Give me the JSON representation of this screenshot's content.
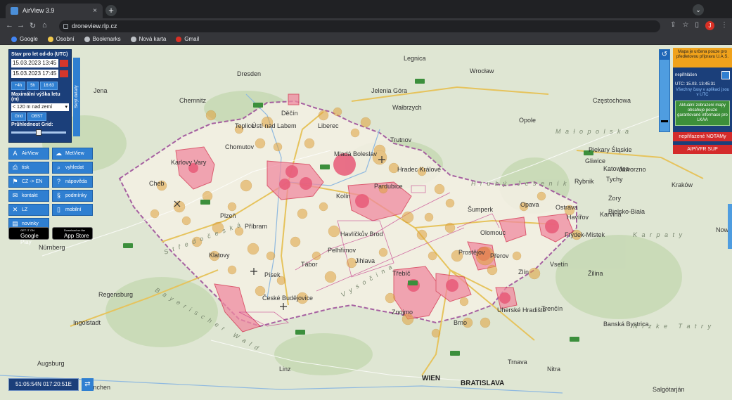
{
  "browser": {
    "tab_title": "AirView 3.9",
    "tab_close": "×",
    "new_tab": "+",
    "tab_menu": "⌄",
    "url": "droneview.rlp.cz",
    "avatar_letter": "J",
    "bookmarks": [
      {
        "label": "Google",
        "color": "#4285f4"
      },
      {
        "label": "Osobní",
        "color": "#f2c94c"
      },
      {
        "label": "Bookmarks",
        "color": "#bdc1c6"
      },
      {
        "label": "Nová karta",
        "color": "#bdc1c6"
      },
      {
        "label": "Gmail",
        "color": "#d93025"
      }
    ]
  },
  "left_panel": {
    "header": "Stav pro let od-do (UTC)",
    "from": "15.03.2023 13:45",
    "to": "15.03.2023 17:45",
    "buttons": [
      "+4h",
      "5h",
      "16:63"
    ],
    "max_height_label": "Maximální výška letu (m)",
    "max_height_value": "< 120 m nad zemí",
    "buttons2": [
      "Grid",
      "OBST"
    ],
    "opacity_label": "Průhlednost Grid:",
    "opacity_value": 0.5,
    "side_tab": "Skrýt detaily"
  },
  "links": [
    {
      "label": "AirView",
      "icon": "A"
    },
    {
      "label": "MetView",
      "icon": "☁"
    },
    {
      "label": "tisk",
      "icon": "⎙"
    },
    {
      "label": "vyhledat",
      "icon": "⌕"
    },
    {
      "label": "CZ -> EN",
      "icon": "⚑"
    },
    {
      "label": "nápověda",
      "icon": "?"
    },
    {
      "label": "kontakt",
      "icon": "✉"
    },
    {
      "label": "podmínky",
      "icon": "§"
    },
    {
      "label": "LZ",
      "icon": "✕"
    },
    {
      "label": "mobilní",
      "icon": "▯"
    },
    {
      "label": "novinky",
      "icon": "▤"
    }
  ],
  "stores": [
    {
      "small": "GET IT ON",
      "label": "Google Play"
    },
    {
      "small": "Download on the",
      "label": "App Store"
    }
  ],
  "coordinates": "51:05:54N 017:20:51E",
  "right_panel": {
    "warning": "Mapa je určena pouze pro předletovou přípravu U.A.S.",
    "status": "nepřihlášen",
    "utc": "UTC: 15.03. 13:45:31",
    "times_note": "Všechny časy v aplikaci jsou v UTC",
    "info": "Aktuální zobrazení mapy obsahuje pouze garantované informace pro LKAA",
    "notam_btn": "nepřiřazené NOTAMy",
    "aip_btn": "AIP/VFR SUP"
  },
  "map": {
    "cities": [
      {
        "name": "Legnica",
        "cls": ""
      },
      {
        "name": "Wrocław",
        "cls": ""
      },
      {
        "name": "Dresden",
        "cls": ""
      },
      {
        "name": "Jelenia Góra",
        "cls": ""
      },
      {
        "name": "Wałbrzych",
        "cls": ""
      },
      {
        "name": "Opole",
        "cls": ""
      },
      {
        "name": "Częstochowa",
        "cls": ""
      },
      {
        "name": "Chemnitz",
        "cls": ""
      },
      {
        "name": "Jena",
        "cls": ""
      },
      {
        "name": "Děčín",
        "cls": ""
      },
      {
        "name": "Ústí nad Labem",
        "cls": ""
      },
      {
        "name": "Liberec",
        "cls": ""
      },
      {
        "name": "Teplice",
        "cls": ""
      },
      {
        "name": "Chomutov",
        "cls": ""
      },
      {
        "name": "Mladá Boleslav",
        "cls": ""
      },
      {
        "name": "Trutnov",
        "cls": ""
      },
      {
        "name": "Hradec Králové",
        "cls": ""
      },
      {
        "name": "Karlovy Vary",
        "cls": ""
      },
      {
        "name": "Cheb",
        "cls": ""
      },
      {
        "name": "Kolín",
        "cls": ""
      },
      {
        "name": "Pardubice",
        "cls": ""
      },
      {
        "name": "Plzeň",
        "cls": ""
      },
      {
        "name": "Příbram",
        "cls": ""
      },
      {
        "name": "Havlíčkův Brod",
        "cls": ""
      },
      {
        "name": "Jihlava",
        "cls": ""
      },
      {
        "name": "Pelhřimov",
        "cls": ""
      },
      {
        "name": "Tábor",
        "cls": ""
      },
      {
        "name": "Klatovy",
        "cls": ""
      },
      {
        "name": "Písek",
        "cls": ""
      },
      {
        "name": "České Budějovice",
        "cls": ""
      },
      {
        "name": "Třebíč",
        "cls": ""
      },
      {
        "name": "Znojmo",
        "cls": ""
      },
      {
        "name": "Brno",
        "cls": ""
      },
      {
        "name": "Olomouc",
        "cls": ""
      },
      {
        "name": "Prostějov",
        "cls": ""
      },
      {
        "name": "Přerov",
        "cls": ""
      },
      {
        "name": "Zlín",
        "cls": ""
      },
      {
        "name": "Uherské Hradiště",
        "cls": ""
      },
      {
        "name": "Šumperk",
        "cls": ""
      },
      {
        "name": "Opava",
        "cls": ""
      },
      {
        "name": "Ostrava",
        "cls": ""
      },
      {
        "name": "Havířov",
        "cls": ""
      },
      {
        "name": "Karviná",
        "cls": ""
      },
      {
        "name": "Frýdek-Místek",
        "cls": ""
      },
      {
        "name": "Vsetín",
        "cls": ""
      },
      {
        "name": "Trenčín",
        "cls": ""
      },
      {
        "name": "Žilina",
        "cls": ""
      },
      {
        "name": "Banská Bystrica",
        "cls": ""
      },
      {
        "name": "Nitra",
        "cls": ""
      },
      {
        "name": "Trnava",
        "cls": ""
      },
      {
        "name": "BRATISLAVA",
        "cls": "big"
      },
      {
        "name": "WIEN",
        "cls": "big"
      },
      {
        "name": "Linz",
        "cls": ""
      },
      {
        "name": "Ingolstadt",
        "cls": ""
      },
      {
        "name": "Regensburg",
        "cls": ""
      },
      {
        "name": "Augsburg",
        "cls": ""
      },
      {
        "name": "Nürnberg",
        "cls": ""
      },
      {
        "name": "München",
        "cls": ""
      },
      {
        "name": "Rybnik",
        "cls": ""
      },
      {
        "name": "Tychy",
        "cls": ""
      },
      {
        "name": "Gliwice",
        "cls": ""
      },
      {
        "name": "Katowice",
        "cls": ""
      },
      {
        "name": "Jaworzno",
        "cls": ""
      },
      {
        "name": "Kraków",
        "cls": ""
      },
      {
        "name": "Piekary Śląskie",
        "cls": ""
      },
      {
        "name": "Żory",
        "cls": ""
      },
      {
        "name": "Bielsko-Biała",
        "cls": ""
      },
      {
        "name": "Salgótarján",
        "cls": ""
      },
      {
        "name": "Nowy",
        "cls": ""
      }
    ]
  }
}
